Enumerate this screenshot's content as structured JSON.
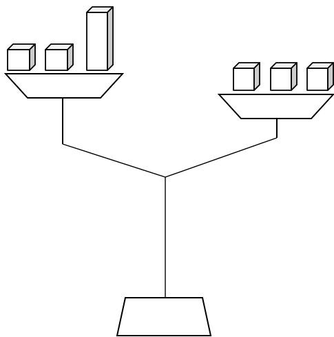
{
  "colors": {
    "background": "#ffffff",
    "stroke": "#000000",
    "block_front": "#ffffff",
    "block_top": "#f2f2f2",
    "block_side": "#cccccc"
  },
  "diagram": {
    "type": "balance-scale",
    "left_pan": {
      "blocks": [
        {
          "kind": "cube"
        },
        {
          "kind": "cube"
        },
        {
          "kind": "tall-block"
        }
      ]
    },
    "right_pan": {
      "blocks": [
        {
          "kind": "cube"
        },
        {
          "kind": "cube"
        },
        {
          "kind": "cube"
        }
      ]
    },
    "tilt": "left-pan-higher"
  }
}
